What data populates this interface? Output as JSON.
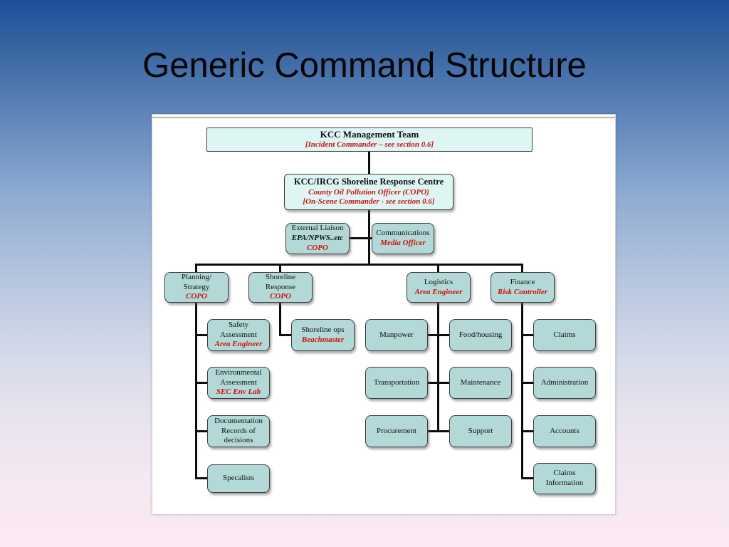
{
  "slide": {
    "title": "Generic Command Structure"
  },
  "colors": {
    "title_text": "#050505",
    "accent_red": "#cc1111",
    "node_fill_teal": "#b2d9d7",
    "node_fill_cyan": "#ddf6f4",
    "connector": "#0d0d0d",
    "panel_background": "#ffffff"
  },
  "nodes": {
    "kcc_management": {
      "l1": "KCC Management Team",
      "l2": "[Incident Commander – see section 0.6]"
    },
    "response_centre": {
      "l1": "KCC/IRCG Shoreline Response Centre",
      "l2": "County Oil Pollution Officer (COPO)",
      "l3": "[On-Scene Commander - see section 0.6]"
    },
    "external_liaison": {
      "l1": "External Liaison",
      "l2": "EPA/NPWS..etc",
      "l3": "COPO"
    },
    "communications": {
      "l1": "Communications",
      "l2": "Media Officer"
    },
    "planning": {
      "l1": "Planning/\nStrategy",
      "l2": "COPO"
    },
    "shoreline_response": {
      "l1": "Shoreline\nResponse",
      "l2": "COPO"
    },
    "logistics": {
      "l1": "Logistics",
      "l2": "Area Engineer"
    },
    "finance": {
      "l1": "Finance",
      "l2": "Risk Controller"
    },
    "safety_assessment": {
      "l1": "Safety\nAssessment",
      "l2": "Area Engineer"
    },
    "environmental_assessment": {
      "l1": "Environmental\nAssessment",
      "l2": "SEC Env Lab"
    },
    "documentation": {
      "l1": "Documentation\nRecords of\ndecisions"
    },
    "specialists": {
      "l1": "Specalists"
    },
    "shoreline_ops": {
      "l1": "Shoreline ops",
      "l2": "Beachmaster"
    },
    "manpower": {
      "l1": "Manpower"
    },
    "transportation": {
      "l1": "Transportation"
    },
    "procurement": {
      "l1": "Procurement"
    },
    "food_housing": {
      "l1": "Food/housing"
    },
    "maintenance": {
      "l1": "Maintenance"
    },
    "support": {
      "l1": "Support"
    },
    "claims": {
      "l1": "Claims"
    },
    "administration": {
      "l1": "Administration"
    },
    "accounts": {
      "l1": "Accounts"
    },
    "claims_information": {
      "l1": "Claims\nInformation"
    }
  }
}
